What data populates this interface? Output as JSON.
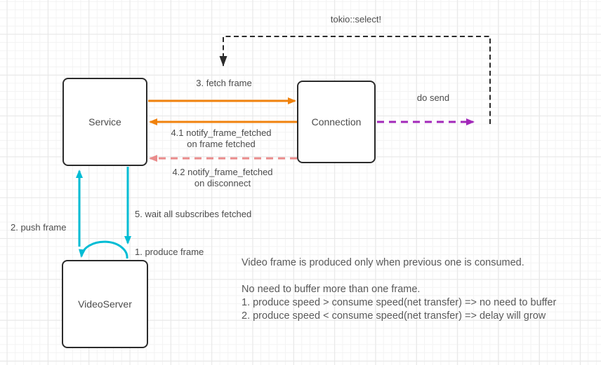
{
  "diagram": {
    "nodes": [
      {
        "id": "service",
        "label": "Service"
      },
      {
        "id": "connection",
        "label": "Connection"
      },
      {
        "id": "videoserver",
        "label": "VideoServer"
      }
    ],
    "labels": {
      "tokio_select": "tokio::select!",
      "fetch_frame": "3. fetch frame",
      "do_send": "do send",
      "notify_frame_fetched": "4.1 notify_frame_fetched\non frame fetched",
      "notify_on_disconnect": "4.2 notify_frame_fetched\non disconnect",
      "wait_all_subscribes": "5. wait all subscribes fetched",
      "push_frame": "2. push frame",
      "produce_frame": "1. produce frame"
    },
    "note": "Video frame is produced only when previous one is consumed.\n\nNo need to buffer more than one frame.\n1. produce speed > consume speed(net transfer) => no need to buffer\n2. produce speed < consume speed(net transfer) => delay will grow",
    "colors": {
      "orange": "#F0820D",
      "red": "#EA8C8C",
      "purple": "#A228B9",
      "cyan": "#00BCD4",
      "black": "#2B2B2B"
    }
  }
}
